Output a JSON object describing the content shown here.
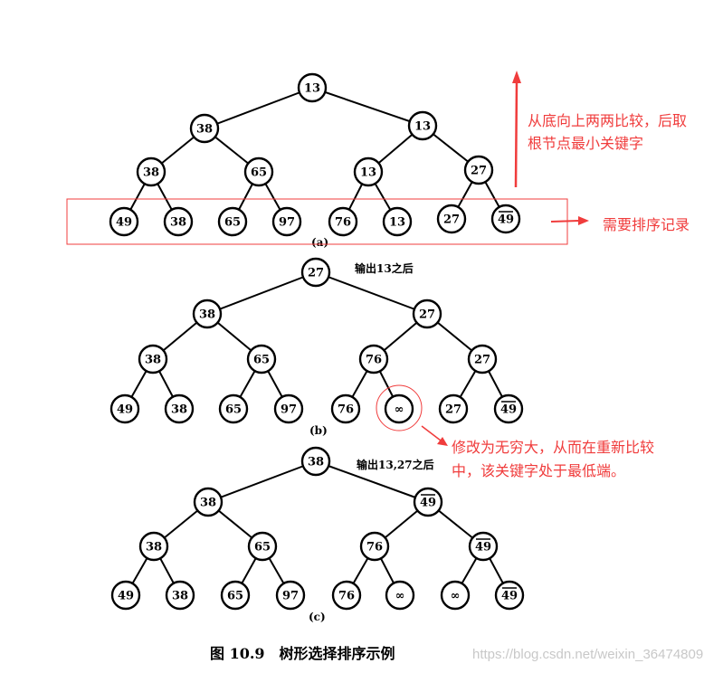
{
  "trees": [
    {
      "label": "(a)",
      "levels": [
        [
          {
            "v": "13"
          }
        ],
        [
          {
            "v": "38"
          },
          {
            "v": "13"
          }
        ],
        [
          {
            "v": "38"
          },
          {
            "v": "65"
          },
          {
            "v": "13"
          },
          {
            "v": "27"
          }
        ],
        [
          {
            "v": "49"
          },
          {
            "v": "38"
          },
          {
            "v": "65"
          },
          {
            "v": "97"
          },
          {
            "v": "76"
          },
          {
            "v": "13"
          },
          {
            "v": "27"
          },
          {
            "v": "49",
            "bar": true
          }
        ]
      ]
    },
    {
      "label": "(b)",
      "caption": "输出13之后",
      "levels": [
        [
          {
            "v": "27"
          }
        ],
        [
          {
            "v": "38"
          },
          {
            "v": "27"
          }
        ],
        [
          {
            "v": "38"
          },
          {
            "v": "65"
          },
          {
            "v": "76"
          },
          {
            "v": "27"
          }
        ],
        [
          {
            "v": "49"
          },
          {
            "v": "38"
          },
          {
            "v": "65"
          },
          {
            "v": "97"
          },
          {
            "v": "76"
          },
          {
            "v": "∞"
          },
          {
            "v": "27"
          },
          {
            "v": "49",
            "bar": true
          }
        ]
      ]
    },
    {
      "label": "(c)",
      "caption": "输出13,27之后",
      "levels": [
        [
          {
            "v": "38"
          }
        ],
        [
          {
            "v": "38"
          },
          {
            "v": "49",
            "bar": true
          }
        ],
        [
          {
            "v": "38"
          },
          {
            "v": "65"
          },
          {
            "v": "76"
          },
          {
            "v": "49",
            "bar": true
          }
        ],
        [
          {
            "v": "49"
          },
          {
            "v": "38"
          },
          {
            "v": "65"
          },
          {
            "v": "97"
          },
          {
            "v": "76"
          },
          {
            "v": "∞"
          },
          {
            "v": "∞"
          },
          {
            "v": "49",
            "bar": true
          }
        ]
      ]
    }
  ],
  "annotations": {
    "compare_note_line1": "从底向上两两比较，后取",
    "compare_note_line2": "根节点最小关键字",
    "records_note": "需要排序记录",
    "infinity_note_line1": "修改为无穷大，从而在重新比较",
    "infinity_note_line2": "中，该关键字处于最低端。",
    "color": "#f03c3c"
  },
  "figure_caption": "图 10.9　树形选择排序示例",
  "watermark": "https://blog.csdn.net/weixin_36474809"
}
